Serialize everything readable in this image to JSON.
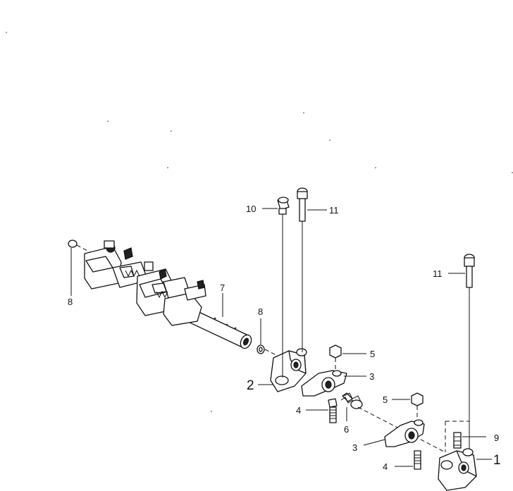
{
  "labels": {
    "p1": "1",
    "p2": "2",
    "p3a": "3",
    "p3b": "3",
    "p4a": "4",
    "p4b": "4",
    "p5a": "5",
    "p5b": "5",
    "p6": "6",
    "p7": "7",
    "p8a": "8",
    "p8b": "8",
    "p9": "9",
    "p10": "10",
    "p11a": "11",
    "p11b": "11"
  }
}
